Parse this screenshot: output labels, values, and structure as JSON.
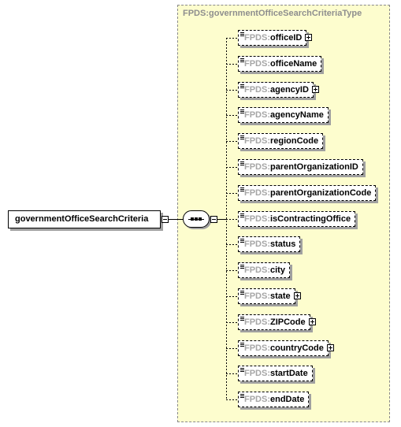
{
  "type": {
    "label": "FPDS:governmentOfficeSearchCriteriaType"
  },
  "root": {
    "label": "governmentOfficeSearchCriteria"
  },
  "elements": [
    {
      "prefix": "FPDS:",
      "name": "officeID",
      "expandable": true
    },
    {
      "prefix": "FPDS:",
      "name": "officeName",
      "expandable": false
    },
    {
      "prefix": "FPDS:",
      "name": "agencyID",
      "expandable": true
    },
    {
      "prefix": "FPDS:",
      "name": "agencyName",
      "expandable": false
    },
    {
      "prefix": "FPDS:",
      "name": "regionCode",
      "expandable": false
    },
    {
      "prefix": "FPDS:",
      "name": "parentOrganizationID",
      "expandable": false
    },
    {
      "prefix": "FPDS:",
      "name": "parentOrganizationCode",
      "expandable": false
    },
    {
      "prefix": "FPDS:",
      "name": "isContractingOffice",
      "expandable": false
    },
    {
      "prefix": "FPDS:",
      "name": "status",
      "expandable": false
    },
    {
      "prefix": "FPDS:",
      "name": "city",
      "expandable": false
    },
    {
      "prefix": "FPDS:",
      "name": "state",
      "expandable": true
    },
    {
      "prefix": "FPDS:",
      "name": "ZIPCode",
      "expandable": true
    },
    {
      "prefix": "FPDS:",
      "name": "countryCode",
      "expandable": true
    },
    {
      "prefix": "FPDS:",
      "name": "startDate",
      "expandable": false
    },
    {
      "prefix": "FPDS:",
      "name": "endDate",
      "expandable": false
    }
  ]
}
